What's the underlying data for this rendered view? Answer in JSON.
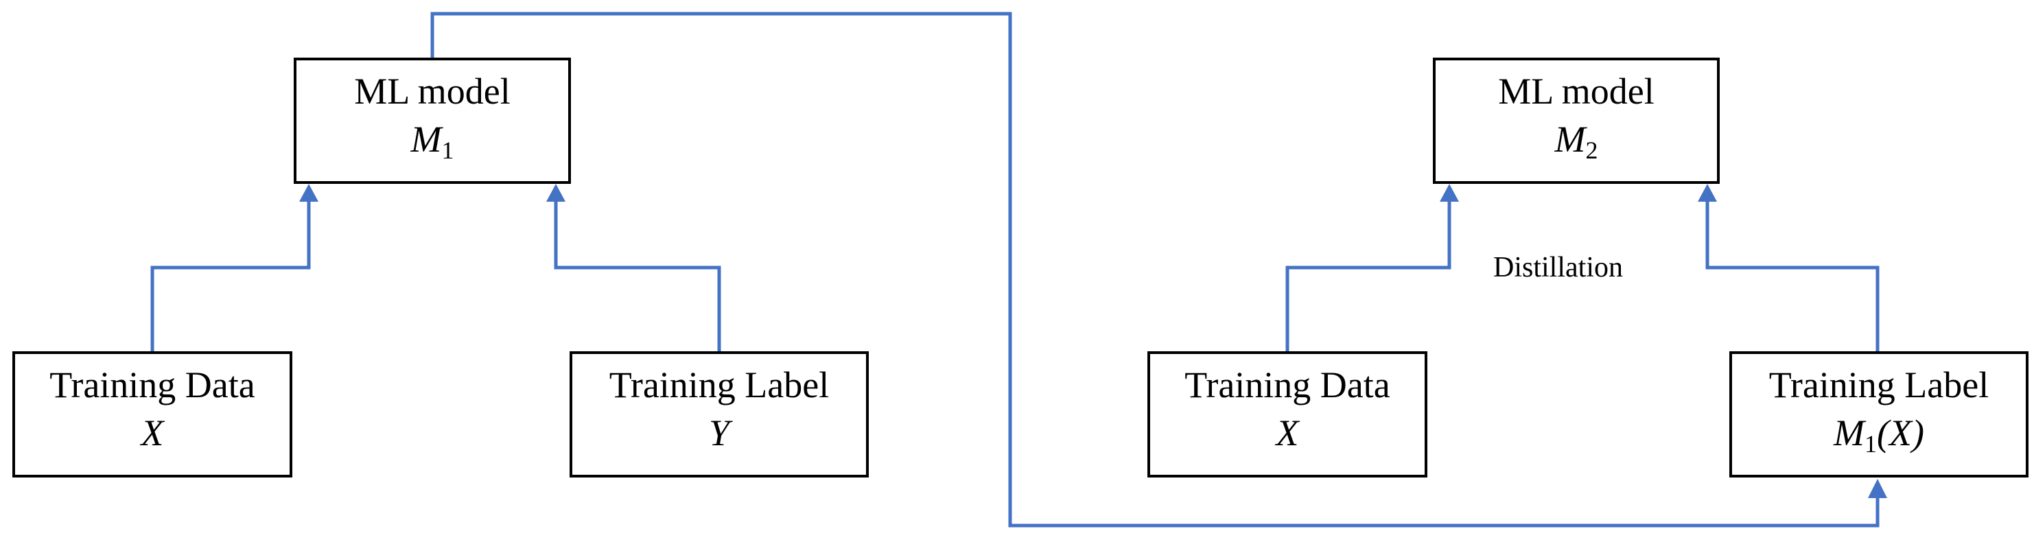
{
  "left_panel": {
    "model": {
      "title": "ML model",
      "symbol": "M",
      "subscript": "1",
      "suffix": ""
    },
    "data_box": {
      "title": "Training Data",
      "symbol": "X",
      "subscript": "",
      "suffix": ""
    },
    "label_box": {
      "title": "Training Label",
      "symbol": "Y",
      "subscript": "",
      "suffix": ""
    }
  },
  "right_panel": {
    "model": {
      "title": "ML model",
      "symbol": "M",
      "subscript": "2",
      "suffix": ""
    },
    "data_box": {
      "title": "Training Data",
      "symbol": "X",
      "subscript": "",
      "suffix": ""
    },
    "label_box": {
      "title": "Training Label",
      "symbol": "M",
      "subscript": "1",
      "suffix": "(X)"
    },
    "edge_label": "Distillation"
  },
  "colors": {
    "connector": "#4472C4",
    "box_border": "#000000",
    "text": "#000000",
    "background": "#FFFFFF"
  }
}
